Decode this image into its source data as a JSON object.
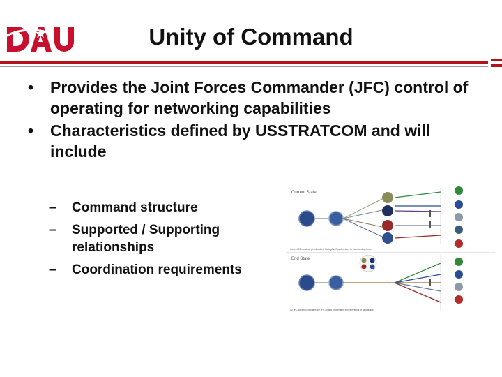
{
  "header": {
    "logo_text": "DAU",
    "title": "Unity of Command"
  },
  "bullets": [
    "Provides the Joint Forces Commander (JFC) control of operating for networking capabilities",
    "Characteristics defined by USSTRATCOM and will include"
  ],
  "sub_bullets": [
    "Command structure",
    "Supported / Supporting relationships",
    "Coordination requirements"
  ],
  "diagram": {
    "current_state_label": "Current State",
    "end_state_label": "End State",
    "current_caption": "Current C2 construct permits direct Dialog/NetOps directives to the operating forces",
    "end_caption": "C2 JFC construct provides the JFC control of operating forces network of capabilities"
  },
  "colors": {
    "accent_red": "#b5121b",
    "divider_gray": "#9a9a9a"
  }
}
